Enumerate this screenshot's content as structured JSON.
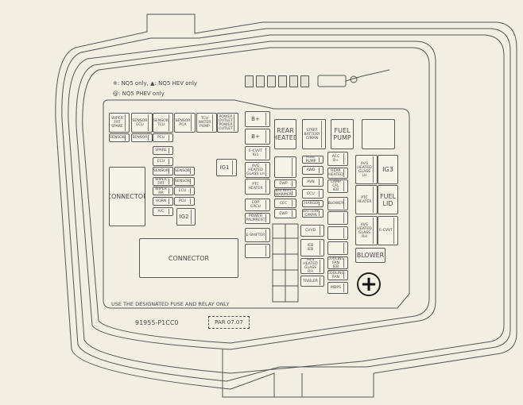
{
  "legend": {
    "line1": "※: NQ5 only, ▲: NQ5 HEV only",
    "line2": "@: NQ5 PHEV only"
  },
  "fuses": [
    "WIPER FRT\nSPARE",
    "SENSOR\nECU",
    "SENSOR\nTCU",
    "SENSOR\nPCA",
    "TCU\nWATER PUMP",
    "POWER OUTLET\nPOWER OUTLET",
    "SENSOR",
    "SENSOR",
    "PCU",
    "SPARE",
    "ECU",
    "SENSOR",
    "SENSOR",
    "WIPER FRT",
    "SENSOR",
    "WIPER RR",
    "ECU",
    "HORN",
    "PCU",
    "A/C",
    "IG2",
    "IG1",
    "CONNECTOR",
    "CONNECTOR",
    "B+",
    "B+",
    "E-CVVT\nIG1",
    "AVG HEATED GLASS LH",
    "PTC HEATER",
    "EOP\nCRCU",
    "POWER PALMREST",
    "E-SHIFTER",
    "",
    "REAR HEATED",
    "START\nBATTERY C/MAN",
    "FUEL PUMP",
    "",
    "",
    "EWP",
    "BATTERY WARMER",
    "CEC",
    "EWP",
    "FUEL PUMP",
    "AWD",
    "AVN",
    "ECU",
    "CHARGER",
    "BATTERY C/MAN",
    "ACC\nB+",
    "REAR HEATED",
    "LAMP CFL\nIEB",
    "BLOWER",
    "",
    "AVG HEATED GLASS LH",
    "IG3",
    "PTC HEATER",
    "FUEL LID",
    "AVG HEATED GLASS RH",
    "E-CVVT",
    "BLOWER",
    "CVVD",
    "IEB\nIEB",
    "AVG HEATED GLASS RH",
    "TRAILER",
    "",
    "",
    "COOLING FAN\nIEB",
    "COOLING FAN",
    "MDPS"
  ],
  "footer": {
    "notice": "USE THE DESIGNATED FUSE AND RELAY ONLY",
    "part_number": "91955-P1CC0",
    "date_code": "PAR 07.07"
  },
  "icons": {
    "ground": "plus-circle-icon"
  }
}
